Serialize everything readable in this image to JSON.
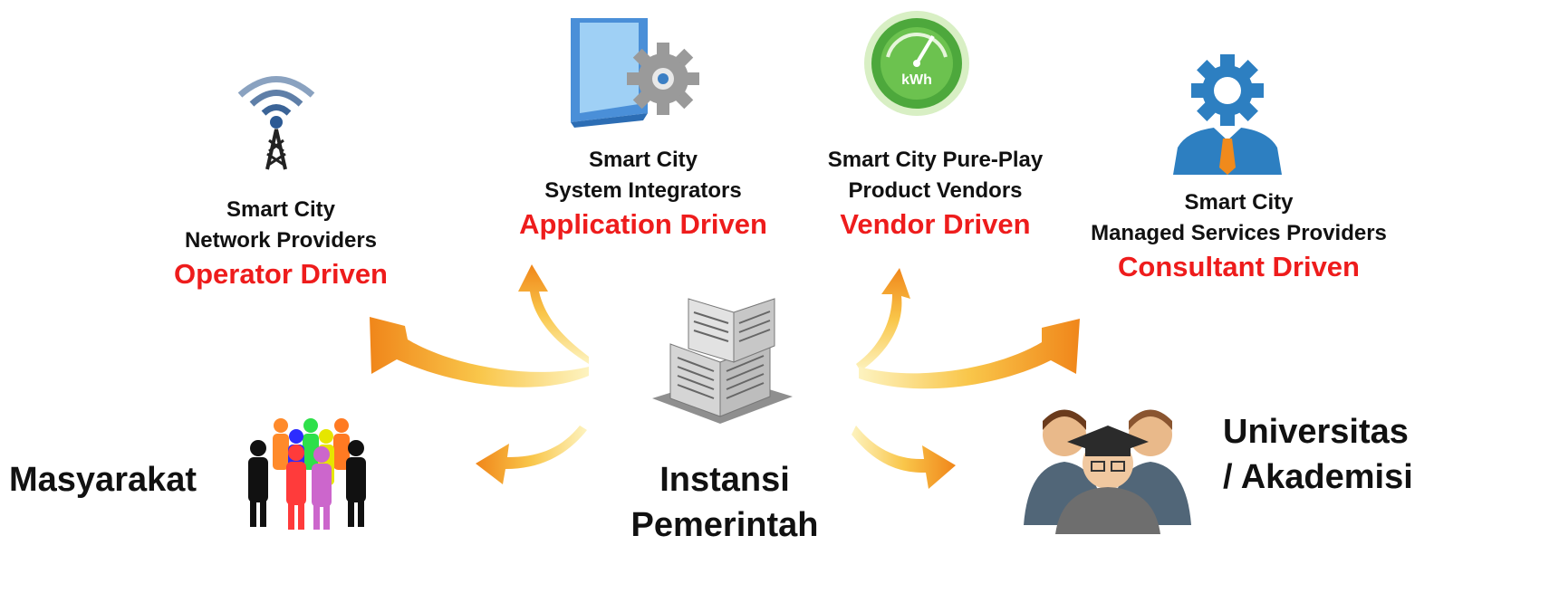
{
  "center": {
    "line1": "Instansi",
    "line2": "Pemerintah"
  },
  "nodes": [
    {
      "line1": "Smart City",
      "line2": "Network Providers",
      "driver": "Operator Driven",
      "icon": "signal-tower-icon"
    },
    {
      "line1": "Smart City",
      "line2": "System Integrators",
      "driver": "Application Driven",
      "icon": "app-gear-icon"
    },
    {
      "line1": "Smart City Pure-Play",
      "line2": "Product Vendors",
      "driver": "Vendor Driven",
      "icon": "kwh-meter-icon"
    },
    {
      "line1": "Smart City",
      "line2": "Managed Services Providers",
      "driver": "Consultant Driven",
      "icon": "consultant-icon"
    }
  ],
  "meter_label": "kWh",
  "masyarakat": "Masyarakat",
  "universitas": {
    "line1": "Universitas",
    "line2": "/ Akademisi"
  },
  "colors": {
    "driver": "#ee1c1c",
    "arrow_start": "#fbe27a",
    "arrow_end": "#f28a1c"
  }
}
